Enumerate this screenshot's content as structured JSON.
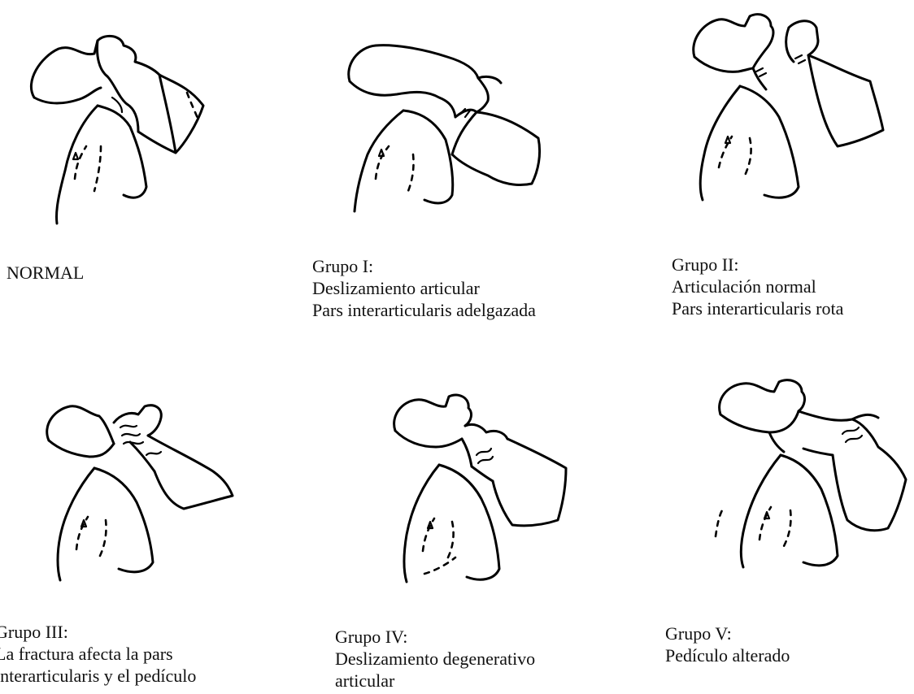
{
  "panels": [
    {
      "id": "normal",
      "lines": [
        "NORMAL"
      ]
    },
    {
      "id": "grupo1",
      "lines": [
        "Grupo I:",
        "Deslizamiento articular",
        "Pars interarticularis adelgazada"
      ]
    },
    {
      "id": "grupo2",
      "lines": [
        "Grupo II:",
        "Articulación normal",
        "Pars interarticularis rota"
      ]
    },
    {
      "id": "grupo3",
      "lines": [
        "Grupo III:",
        "La fractura afecta la pars",
        "interarticularis y el pedículo"
      ]
    },
    {
      "id": "grupo4",
      "lines": [
        "Grupo IV:",
        "Deslizamiento degenerativo",
        "articular"
      ]
    },
    {
      "id": "grupo5",
      "lines": [
        "Grupo V:",
        "Pedículo alterado"
      ]
    }
  ]
}
